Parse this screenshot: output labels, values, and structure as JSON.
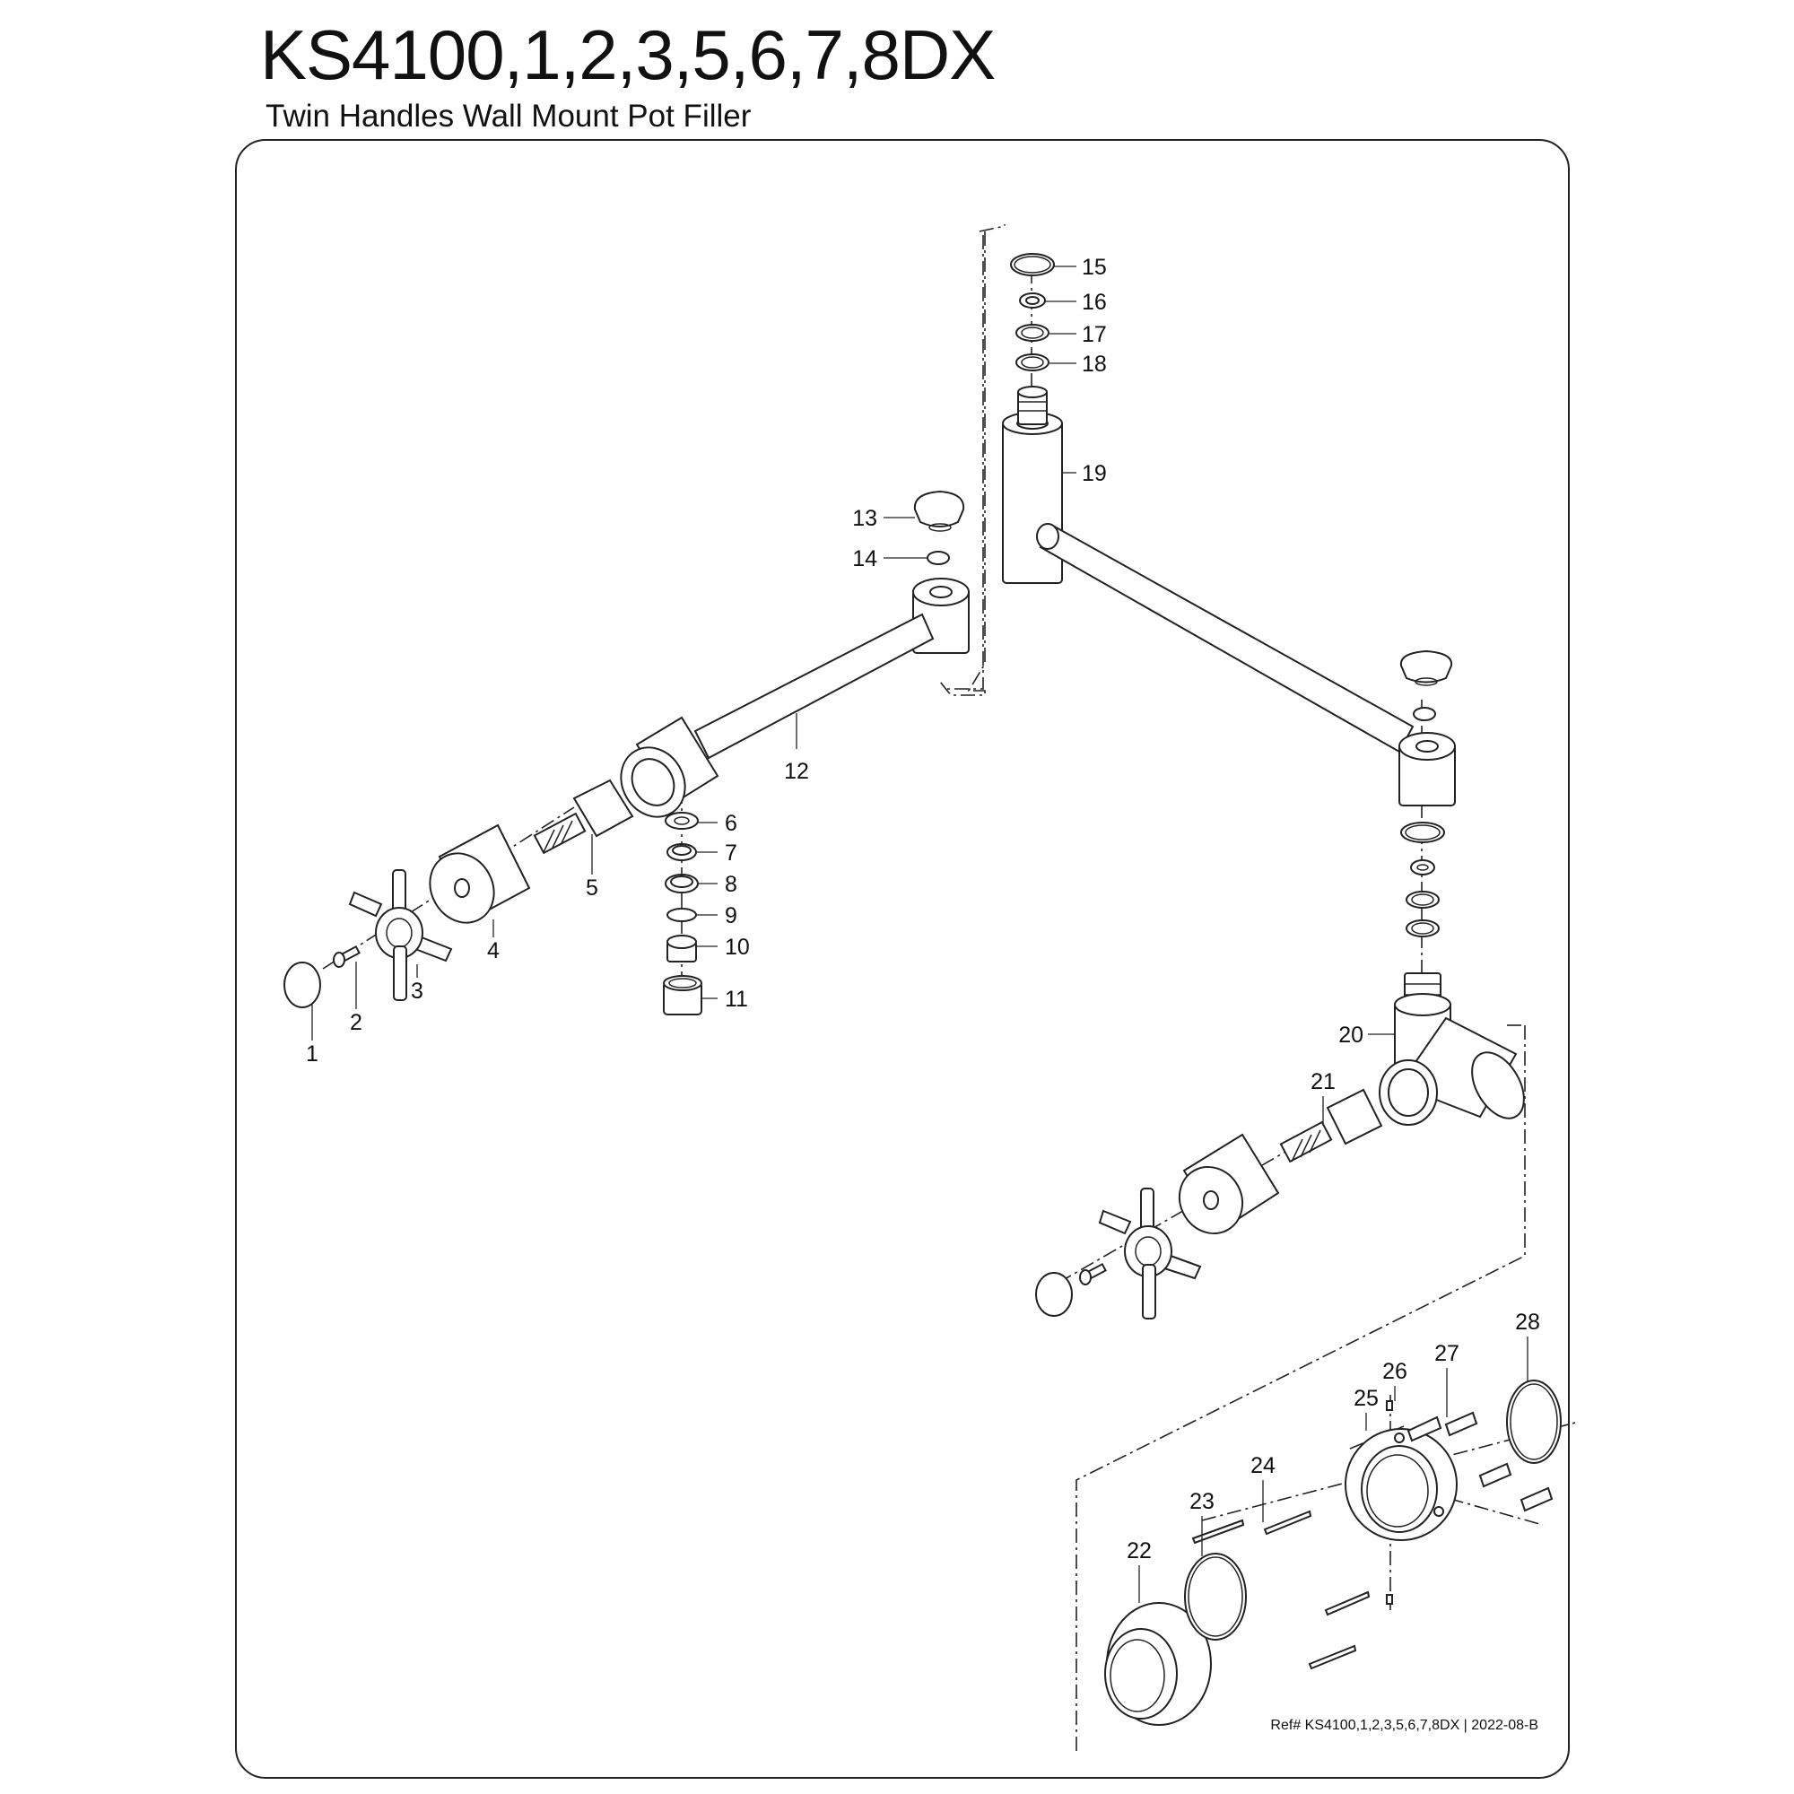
{
  "header": {
    "title": "KS4100,1,2,3,5,6,7,8DX",
    "subtitle": "Twin Handles Wall Mount Pot Filler"
  },
  "footer": {
    "ref": "Ref# KS4100,1,2,3,5,6,7,8DX | 2022-08-B"
  },
  "parts": [
    {
      "number": "1"
    },
    {
      "number": "2"
    },
    {
      "number": "3"
    },
    {
      "number": "4"
    },
    {
      "number": "5"
    },
    {
      "number": "6"
    },
    {
      "number": "7"
    },
    {
      "number": "8"
    },
    {
      "number": "9"
    },
    {
      "number": "10"
    },
    {
      "number": "11"
    },
    {
      "number": "12"
    },
    {
      "number": "13"
    },
    {
      "number": "14"
    },
    {
      "number": "15"
    },
    {
      "number": "16"
    },
    {
      "number": "17"
    },
    {
      "number": "18"
    },
    {
      "number": "19"
    },
    {
      "number": "20"
    },
    {
      "number": "21"
    },
    {
      "number": "22"
    },
    {
      "number": "23"
    },
    {
      "number": "24"
    },
    {
      "number": "25"
    },
    {
      "number": "26"
    },
    {
      "number": "27"
    },
    {
      "number": "28"
    }
  ]
}
